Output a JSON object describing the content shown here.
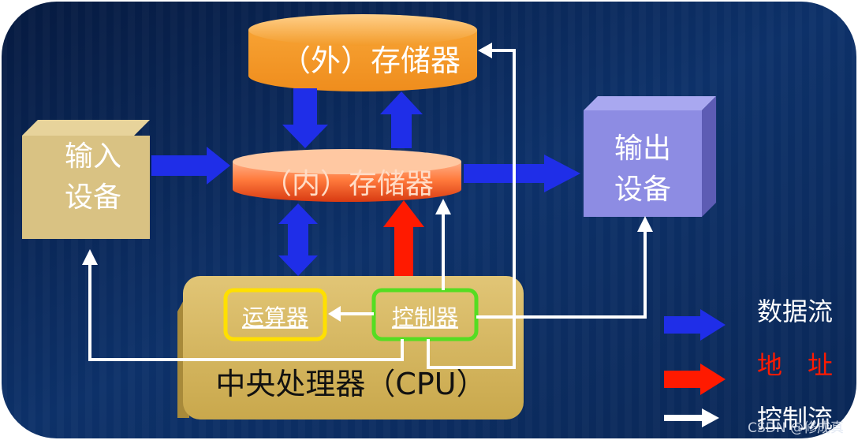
{
  "external_memory": "（外）存储器",
  "internal_memory": "（内）存储器",
  "input_device": [
    "输入",
    "设备"
  ],
  "output_device": [
    "输出",
    "设备"
  ],
  "alu": "运算器",
  "controller": "控制器",
  "cpu": "中央处理器（CPU）",
  "legend": {
    "data_flow": "数据流",
    "address": "地　址",
    "control_flow": "控制流"
  },
  "watermark": "CSDN @修成真",
  "colors": {
    "background": "#0b2a58",
    "data_arrow": "#1f2ee8",
    "address_arrow": "#ff1a00",
    "control_arrow": "#ffffff",
    "memory": "#f59a2a",
    "input_box": "#d9c283",
    "output_box": "#8d8ce3",
    "cpu_box": "#d4b45e",
    "alu_border": "#ffe000",
    "controller_border": "#55dd22"
  }
}
